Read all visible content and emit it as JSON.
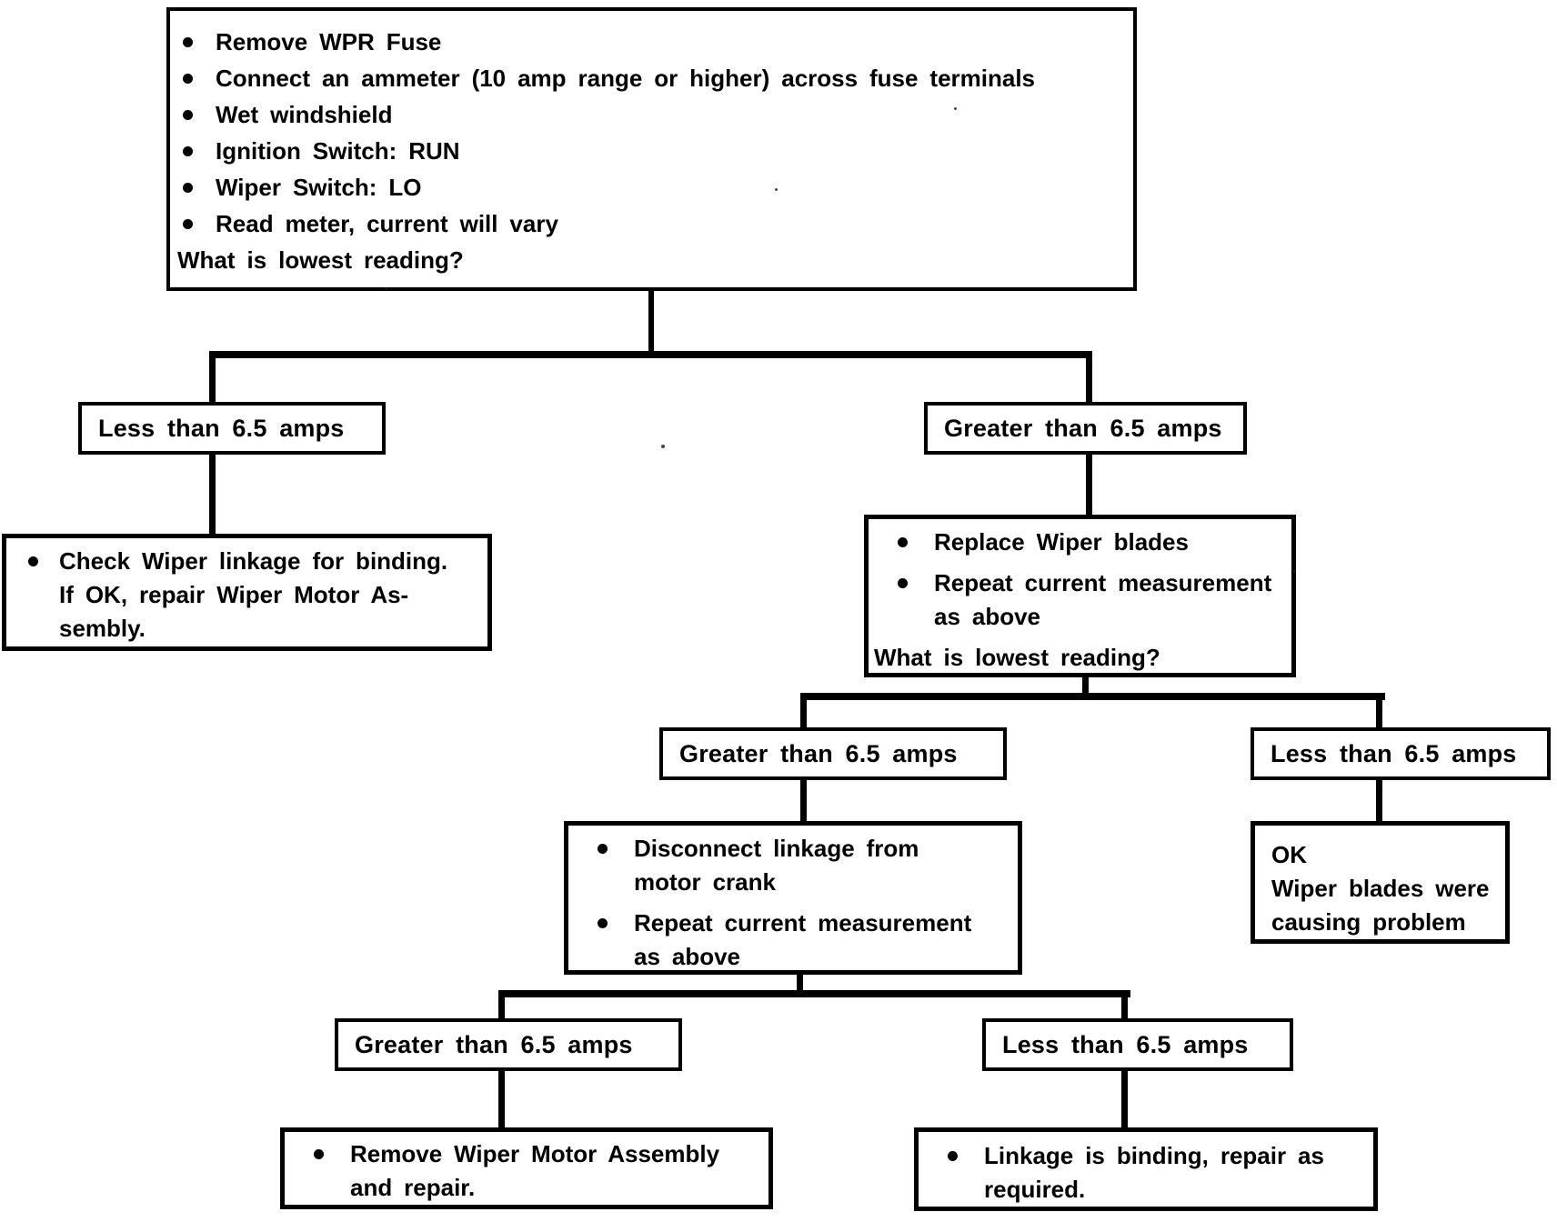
{
  "colors": {
    "ink": "#000000",
    "paper": "#ffffff"
  },
  "start": {
    "bullets": [
      "Remove WPR Fuse",
      "Connect an ammeter (10 amp range or higher) across fuse terminals",
      "Wet windshield",
      "Ignition Switch: RUN",
      "Wiper Switch: LO",
      "Read meter, current will vary"
    ],
    "question": "What is lowest reading?"
  },
  "decision1": {
    "less": "Less than 6.5 amps",
    "greater": "Greater than 6.5 amps"
  },
  "check_linkage": {
    "line1": "Check Wiper linkage for binding.",
    "line2": "If OK, repair Wiper Motor As-",
    "line3": "sembly."
  },
  "replace_blades": {
    "bullet1": "Replace Wiper blades",
    "bullet2_line1": "Repeat current measurement",
    "bullet2_line2": "as above",
    "question": "What is lowest reading?"
  },
  "decision2": {
    "greater": "Greater than 6.5 amps",
    "less": "Less than 6.5 amps"
  },
  "blades_ok": {
    "line1": "OK",
    "line2": "Wiper blades were",
    "line3": "causing problem"
  },
  "disconnect_linkage": {
    "bullet1_line1": "Disconnect linkage from",
    "bullet1_line2": "motor crank",
    "bullet2_line1": "Repeat current measurement",
    "bullet2_line2": "as above"
  },
  "decision3": {
    "greater": "Greater than 6.5 amps",
    "less": "Less than 6.5 amps"
  },
  "remove_motor": {
    "line1": "Remove Wiper Motor Assembly",
    "line2": "and repair."
  },
  "linkage_binding": {
    "line1": "Linkage is binding, repair as",
    "line2": "required."
  }
}
